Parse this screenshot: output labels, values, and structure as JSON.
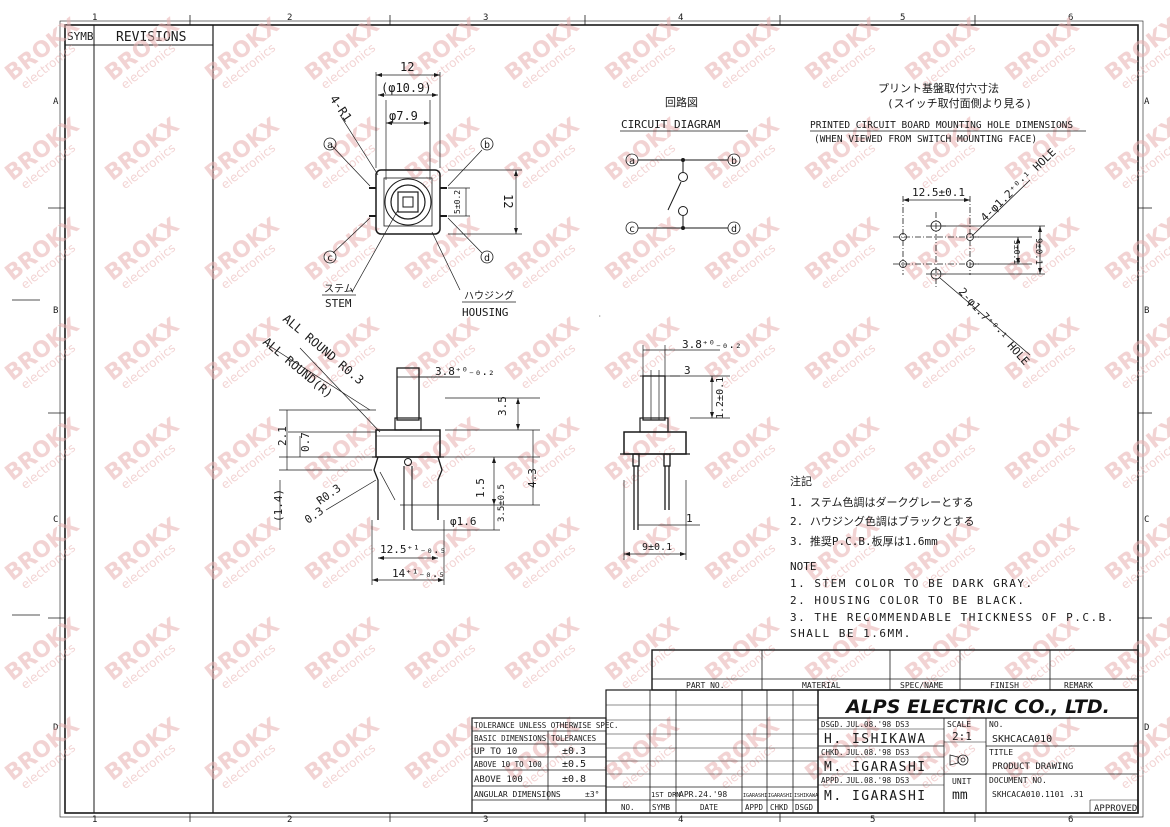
{
  "border": {
    "top_zones": [
      "1",
      "2",
      "3",
      "4",
      "5",
      "6"
    ],
    "bottom_zones": [
      "1",
      "2",
      "3",
      "4",
      "5",
      "6"
    ],
    "left_zones": [
      "A",
      "B",
      "C",
      "D"
    ],
    "right_zones": [
      "A",
      "B",
      "C",
      "D"
    ]
  },
  "revisions": {
    "symb": "SYMB",
    "title": "REVISIONS"
  },
  "watermark": {
    "brand": "BROKX",
    "sub": "electronics"
  },
  "top_view": {
    "dim_12_w": "12",
    "dim_10_9": "(φ10.9)",
    "dim_7_9": "φ7.9",
    "dim_4_r1": "4-R1",
    "dim_12_h": "12",
    "dim_5": "5±0.2",
    "label_a": "a",
    "label_b": "b",
    "label_c": "c",
    "label_d": "d",
    "stem_jp": "ステム",
    "stem": "STEM",
    "housing_jp": "ハウジング",
    "housing": "HOUSING"
  },
  "circuit": {
    "title_jp": "回路図",
    "title": "CIRCUIT DIAGRAM",
    "a": "a",
    "b": "b",
    "c": "c",
    "d": "d"
  },
  "pcb": {
    "title_jp1": "プリント基盤取付穴寸法",
    "title_jp2": "(スイッチ取付面側より見る)",
    "title1": "PRINTED CIRCUIT BOARD MOUNTING HOLE DIMENSIONS",
    "title2": "(WHEN VIEWED FROM SWITCH MOUNTING FACE)",
    "dim_12_5": "12.5±0.1",
    "dim_holes4": "4-φ1.2⁺⁰·¹ HOLE",
    "dim_5": "5±0.1",
    "dim_9": "9±0.1",
    "dim_holes2": "2-φ1.7⁺⁰·¹ HOLE"
  },
  "front_view": {
    "all_round_r03": "ALL ROUND R0.3",
    "all_round_r": "ALL ROUND(R)",
    "dim_3_8": "3.8⁺⁰₋₀.₂",
    "dim_3_5": "3.5",
    "dim_2_1": "2.1",
    "dim_0_7": "0.7",
    "dim_1_4": "(1.4)",
    "dim_r0_3": "R0.3",
    "dim_0_3": "0.3",
    "dim_1_5": "1.5",
    "dim_4_3": "4.3",
    "dim_3_5b": "3.5±0.5",
    "dim_phi1_6": "φ1.6",
    "dim_12_5": "12.5⁺¹₋₀.₅",
    "dim_14": "14⁺¹₋₀.₅"
  },
  "side_view": {
    "dim_3_8": "3.8⁺⁰₋₀.₂",
    "dim_3": "3",
    "dim_1_2": "1.2±0.1",
    "dim_1": "1",
    "dim_9": "9±0.1"
  },
  "notes_jp": {
    "title": "注記",
    "items": [
      "1. ステム色調はダークグレーとする",
      "2. ハウジング色調はブラックとする",
      "3. 推奨P.C.B.板厚は1.6mm"
    ]
  },
  "notes": {
    "title": "NOTE",
    "items": [
      "1. STEM COLOR TO BE DARK GRAY.",
      "2. HOUSING COLOR TO BE BLACK.",
      "3. THE RECOMMENDABLE THICKNESS OF P.C.B.",
      "   SHALL BE 1.6MM."
    ]
  },
  "parts_table": {
    "headers": [
      "PART NO.",
      "MATERIAL",
      "SPEC/NAME",
      "FINISH",
      "REMARK"
    ]
  },
  "title_block": {
    "company": "ALPS ELECTRIC CO., LTD.",
    "dsgd_label": "DSGD.",
    "dsgd_date": "JUL.08.'98 DS3",
    "dsgd_name": "H. ISHIKAWA",
    "chkd_label": "CHKD.",
    "chkd_date": "JUL.08.'98 DS3",
    "chkd_name": "M. IGARASHI",
    "appd_label": "APPD.",
    "appd_date": "JUL.08.'98 DS3",
    "appd_name": "M. IGARASHI",
    "scale_label": "SCALE",
    "scale_value": "2:1",
    "unit_label": "UNIT",
    "unit_value": "mm",
    "no_label": "NO.",
    "no_value": "SKHCACA010",
    "title_label": "TITLE",
    "title_value": "PRODUCT DRAWING",
    "doc_label": "DOCUMENT NO.",
    "doc_value": "SKHCACA010.1101 .31",
    "approved": "APPROVED"
  },
  "tolerance": {
    "header": "TOLERANCE UNLESS OTHERWISE SPEC.",
    "basic": "BASIC DIMENSIONS",
    "tolerances": "TOLERANCES",
    "rows": [
      {
        "range": "UP  TO  10",
        "tol": "±0.3"
      },
      {
        "range": "ABOVE 10 TO 100",
        "tol": "±0.5"
      },
      {
        "range": "ABOVE  100",
        "tol": "±0.8"
      }
    ],
    "angular": "ANGULAR  DIMENSIONS",
    "angular_tol": "±3°"
  },
  "revision_row": {
    "no": "NO.",
    "symb": "SYMB",
    "date": "DATE",
    "appd": "APPD",
    "chkd": "CHKD",
    "dsgd": "DSGD",
    "first_label": "1ST DRN",
    "first_date": "APR.24.'98",
    "first_dsgd": "IGARASHI",
    "first_chkd": "IGARASHI",
    "first_appd": "ISHIKAWA"
  }
}
